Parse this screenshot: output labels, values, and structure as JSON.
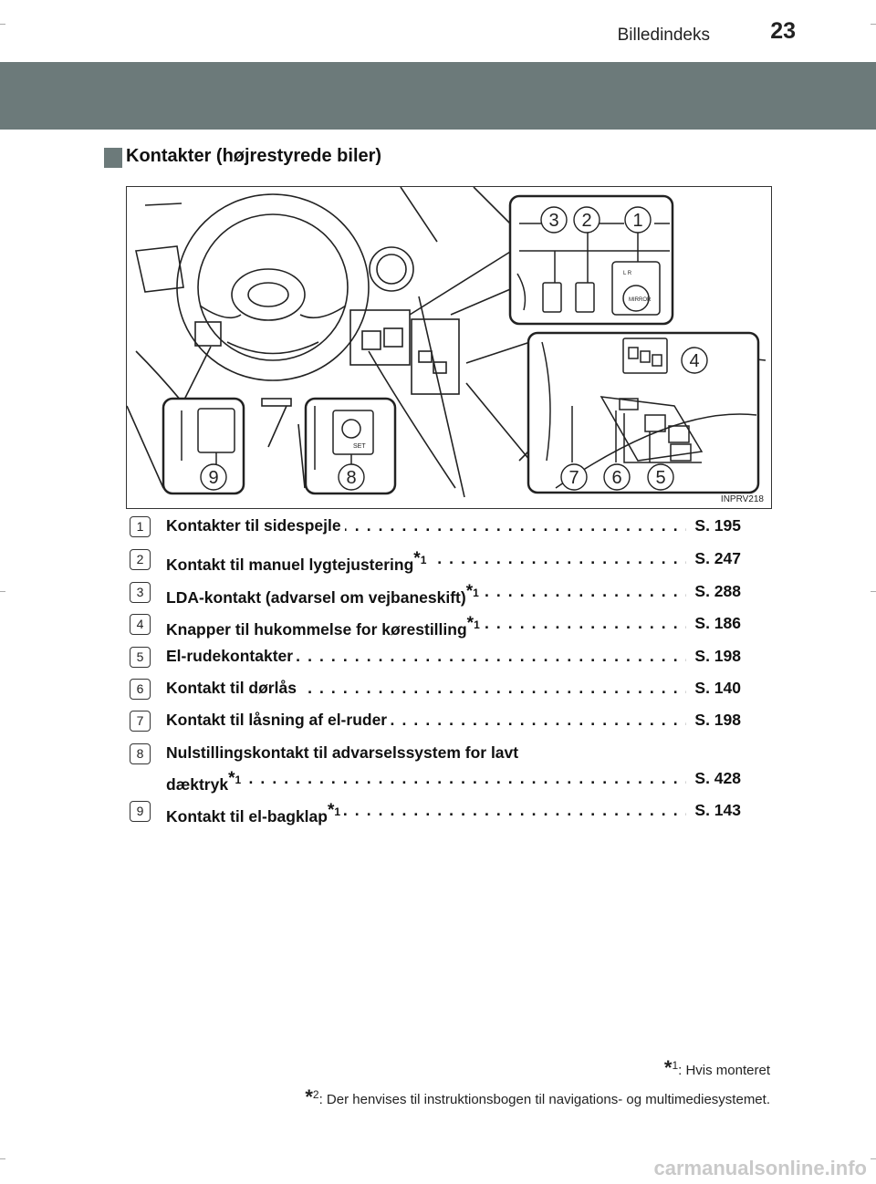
{
  "header": {
    "title": "Billedindeks",
    "page_number": "23"
  },
  "section": {
    "title": "Kontakter (højrestyrede biler)"
  },
  "figure": {
    "code": "INPRV218",
    "callouts": [
      "1",
      "2",
      "3",
      "4",
      "5",
      "6",
      "7",
      "8",
      "9"
    ],
    "mirror_label": "MIRROR",
    "set_label": "SET",
    "lr_label": "L R"
  },
  "items": [
    {
      "num": "1",
      "label": "Kontakter til sidespejle",
      "sup": "",
      "page": "S. 195"
    },
    {
      "num": "2",
      "label": "Kontakt til manuel lygtejustering",
      "sup": "1",
      "page": "S. 247"
    },
    {
      "num": "3",
      "label": "LDA-kontakt (advarsel om vejbaneskift)",
      "sup": "1",
      "page": "S. 288"
    },
    {
      "num": "4",
      "label": "Knapper til hukommelse for kørestilling",
      "sup": "1",
      "page": "S. 186"
    },
    {
      "num": "5",
      "label": "El-rudekontakter",
      "sup": "",
      "page": "S. 198"
    },
    {
      "num": "6",
      "label": "Kontakt til dørlås",
      "sup": "",
      "page": "S. 140"
    },
    {
      "num": "7",
      "label": "Kontakt til låsning af el-ruder",
      "sup": "",
      "page": "S. 198"
    },
    {
      "num": "8",
      "label_line1": "Nulstillingskontakt til advarselssystem for lavt",
      "label": "dæktryk",
      "sup": "1",
      "page": "S. 428"
    },
    {
      "num": "9",
      "label": "Kontakt til el-bagklap",
      "sup": "1",
      "page": "S. 143"
    }
  ],
  "footnotes": [
    {
      "mark": "1",
      "text": ": Hvis monteret"
    },
    {
      "mark": "2",
      "text": ": Der henvises til instruktionsbogen til navigations- og multimediesystemet."
    }
  ],
  "watermark": "carmanualsonline.info"
}
